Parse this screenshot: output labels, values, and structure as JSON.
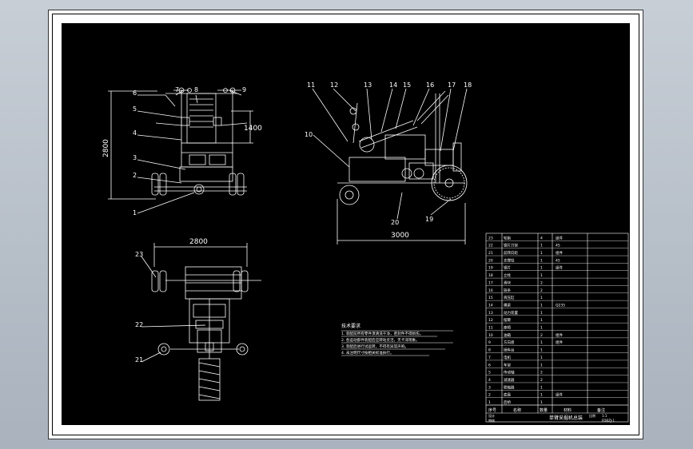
{
  "drawing": {
    "dimensions": {
      "height_side": "2800",
      "mast_height": "1400",
      "width_top": "2800",
      "length_side": "3000"
    },
    "callouts": [
      "1",
      "2",
      "3",
      "4",
      "5",
      "6",
      "7",
      "8",
      "9",
      "10",
      "11",
      "12",
      "13",
      "14",
      "15",
      "16",
      "17",
      "18",
      "19",
      "20",
      "21",
      "22",
      "23"
    ],
    "notes": {
      "title": "技术要求",
      "lines": [
        "1. 装配前所有零件须清洗干净，密封件不得损伤。",
        "2. 各运动部件装配后应转动灵活，无卡滞现象。",
        "3. 装配后进行试运转，不得有异常声响。",
        "4. 未注明尺寸按相关标准执行。"
      ]
    }
  },
  "bom": {
    "rows": [
      {
        "no": "23",
        "name": "轮胎",
        "qty": "4",
        "mat": "组件"
      },
      {
        "no": "22",
        "name": "锯片刀架",
        "qty": "1",
        "mat": "45"
      },
      {
        "no": "21",
        "name": "前转向轮",
        "qty": "1",
        "mat": "组件"
      },
      {
        "no": "20",
        "name": "支撑柱",
        "qty": "1",
        "mat": "45"
      },
      {
        "no": "19",
        "name": "锯片",
        "qty": "1",
        "mat": "组件"
      },
      {
        "no": "18",
        "name": "立柱",
        "qty": "1",
        "mat": ""
      },
      {
        "no": "17",
        "name": "滑块",
        "qty": "2",
        "mat": ""
      },
      {
        "no": "16",
        "name": "链条",
        "qty": "2",
        "mat": ""
      },
      {
        "no": "15",
        "name": "液压缸",
        "qty": "1",
        "mat": ""
      },
      {
        "no": "14",
        "name": "横梁",
        "qty": "1",
        "mat": "Q235"
      },
      {
        "no": "13",
        "name": "动力装置",
        "qty": "1",
        "mat": ""
      },
      {
        "no": "12",
        "name": "摆臂",
        "qty": "1",
        "mat": ""
      },
      {
        "no": "11",
        "name": "座椅",
        "qty": "1",
        "mat": ""
      },
      {
        "no": "10",
        "name": "油箱",
        "qty": "2",
        "mat": "组件"
      },
      {
        "no": "9",
        "name": "方向盘",
        "qty": "1",
        "mat": "组件"
      },
      {
        "no": "8",
        "name": "操纵台",
        "qty": "1",
        "mat": ""
      },
      {
        "no": "7",
        "name": "电机",
        "qty": "1",
        "mat": ""
      },
      {
        "no": "6",
        "name": "车架",
        "qty": "1",
        "mat": ""
      },
      {
        "no": "5",
        "name": "传动轴",
        "qty": "2",
        "mat": ""
      },
      {
        "no": "4",
        "name": "减速器",
        "qty": "2",
        "mat": ""
      },
      {
        "no": "3",
        "name": "联轴器",
        "qty": "1",
        "mat": ""
      },
      {
        "no": "2",
        "name": "底盘",
        "qty": "1",
        "mat": "组件"
      },
      {
        "no": "1",
        "name": "后桥",
        "qty": "1",
        "mat": ""
      }
    ],
    "header": {
      "no": "序号",
      "name": "名称",
      "qty": "数量",
      "mat": "材料",
      "note": "备注"
    }
  },
  "title_block": {
    "title": "单臂采掘机总装",
    "scale_label": "比例",
    "scale": "1:1",
    "drawing_no": "FDBZJ-1",
    "designer": "设计",
    "checker": "审核"
  },
  "colors": {
    "line": "#ffffff",
    "bg": "#000000",
    "sheet": "#ffffff"
  }
}
